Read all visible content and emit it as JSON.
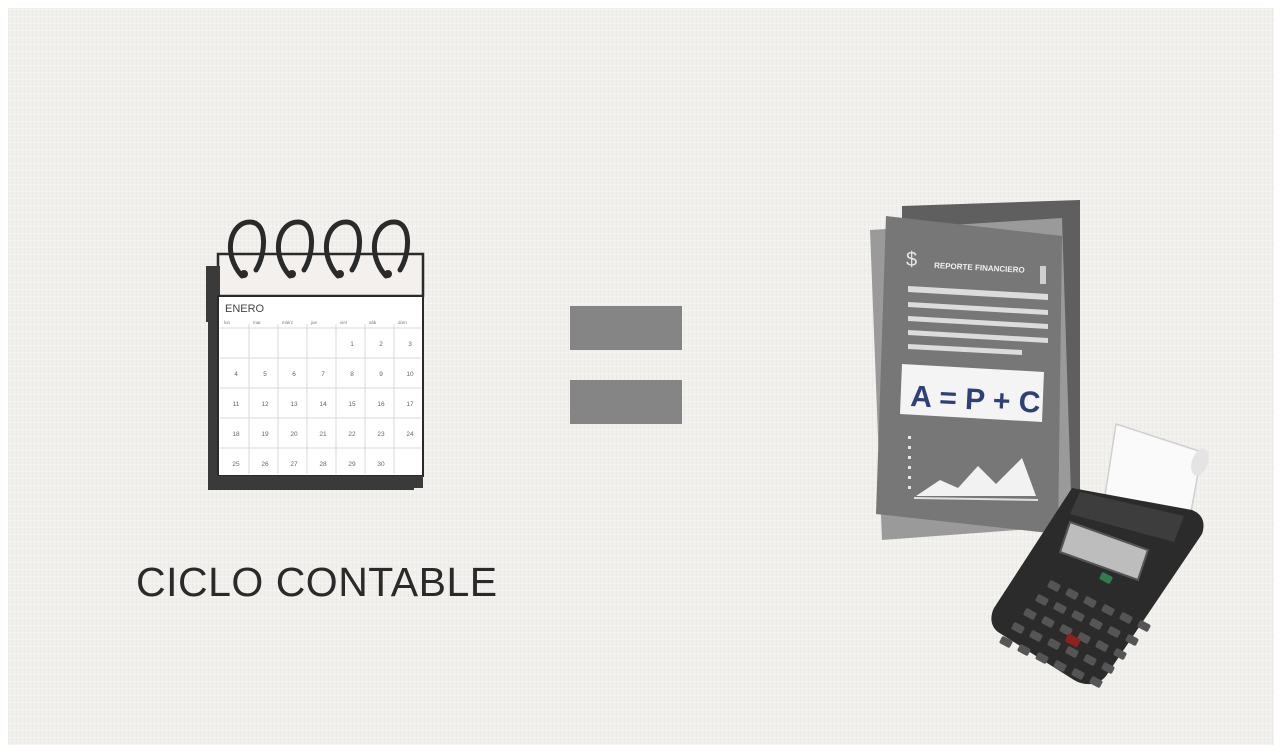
{
  "calendar": {
    "month": "ENERO",
    "weekdays": [
      "lun",
      "mar",
      "miérc",
      "jue",
      "vier",
      "sáb",
      "dom"
    ],
    "days": [
      "",
      "",
      "",
      "",
      "1",
      "2",
      "3",
      "4",
      "5",
      "6",
      "7",
      "8",
      "9",
      "10",
      "11",
      "12",
      "13",
      "14",
      "15",
      "16",
      "17",
      "18",
      "19",
      "20",
      "21",
      "22",
      "23",
      "24",
      "25",
      "26",
      "27",
      "28",
      "29",
      "30",
      ""
    ]
  },
  "caption": "CICLO CONTABLE",
  "report": {
    "currency_symbol": "$",
    "title": "REPORTE FINANCIERO",
    "equation": "A = P + C"
  },
  "colors": {
    "background": "#f1f0ec",
    "equals_bar": "#858585",
    "report_sheet": "#777777",
    "report_sheet_back": "#5f5f5f",
    "equation_text": "#2f3f78",
    "calculator_body": "#2b2b2b"
  },
  "icons": [
    "calendar-icon",
    "equals-icon",
    "report-document-icon",
    "calculator-icon"
  ]
}
